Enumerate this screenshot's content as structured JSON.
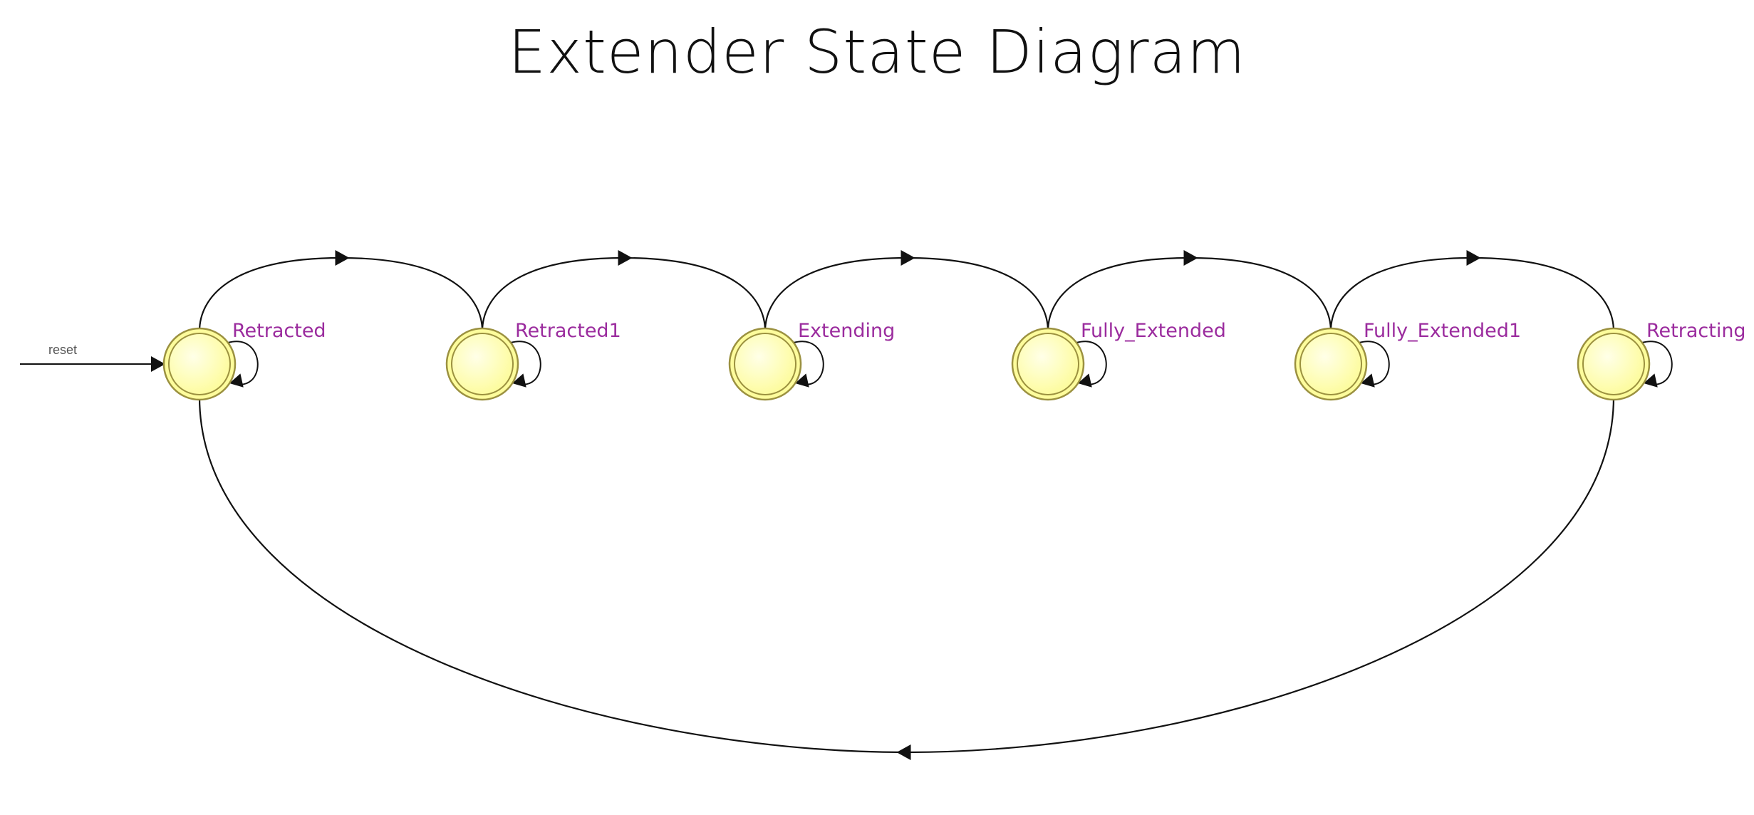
{
  "title": "Extender State Diagram",
  "reset_label": "reset",
  "colors": {
    "state_fill": "#fdfc9c",
    "state_fill_center": "#ffffe8",
    "state_stroke": "#9b9140",
    "label": "#9b2c9e",
    "edge": "#111111"
  },
  "states": [
    {
      "id": "Retracted",
      "label": "Retracted"
    },
    {
      "id": "Retracted1",
      "label": "Retracted1"
    },
    {
      "id": "Extending",
      "label": "Extending"
    },
    {
      "id": "Fully_Extended",
      "label": "Fully_Extended"
    },
    {
      "id": "Fully_Extended1",
      "label": "Fully_Extended1"
    },
    {
      "id": "Retracting",
      "label": "Retracting"
    }
  ],
  "initial_state": "Retracted",
  "transitions": [
    {
      "from": "Retracted",
      "to": "Retracted1"
    },
    {
      "from": "Retracted1",
      "to": "Extending"
    },
    {
      "from": "Extending",
      "to": "Fully_Extended"
    },
    {
      "from": "Fully_Extended",
      "to": "Fully_Extended1"
    },
    {
      "from": "Fully_Extended1",
      "to": "Retracting"
    },
    {
      "from": "Retracting",
      "to": "Retracted"
    }
  ],
  "self_loops": [
    "Retracted",
    "Retracted1",
    "Extending",
    "Fully_Extended",
    "Fully_Extended1",
    "Retracting"
  ]
}
